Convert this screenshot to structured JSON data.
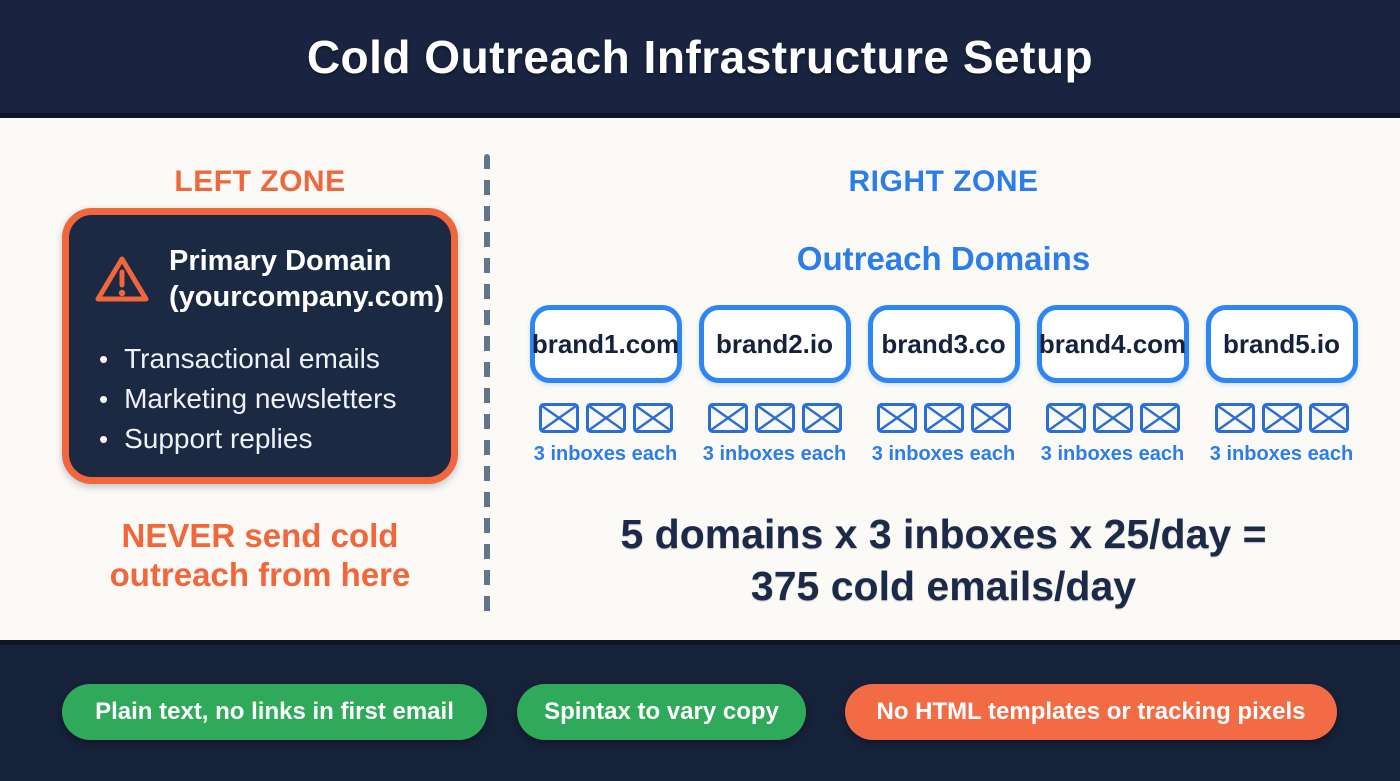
{
  "header": {
    "title": "Cold Outreach Infrastructure Setup"
  },
  "left_zone": {
    "heading": "LEFT ZONE",
    "card": {
      "title_line1": "Primary Domain",
      "title_line2": "(yourcompany.com)",
      "bullets": [
        "Transactional emails",
        "Marketing newsletters",
        "Support replies"
      ]
    },
    "warning_note_line1": "NEVER send cold",
    "warning_note_line2": "outreach from here"
  },
  "right_zone": {
    "heading": "RIGHT ZONE",
    "subheading": "Outreach Domains",
    "domains": [
      {
        "name": "brand1.com",
        "inbox_count": 3,
        "inbox_label": "3 inboxes each"
      },
      {
        "name": "brand2.io",
        "inbox_count": 3,
        "inbox_label": "3 inboxes each"
      },
      {
        "name": "brand3.co",
        "inbox_count": 3,
        "inbox_label": "3 inboxes each"
      },
      {
        "name": "brand4.com",
        "inbox_count": 3,
        "inbox_label": "3 inboxes each"
      },
      {
        "name": "brand5.io",
        "inbox_count": 3,
        "inbox_label": "3 inboxes each"
      }
    ],
    "math_line1": "5 domains x 3 inboxes x 25/day =",
    "math_line2": "375 cold emails/day"
  },
  "footer": {
    "pills": [
      {
        "label": "Plain text, no links in first email",
        "color": "#2fa95a"
      },
      {
        "label": "Spintax to vary copy",
        "color": "#2fa95a"
      },
      {
        "label": "No HTML templates or tracking pixels",
        "color": "#f26b45"
      }
    ]
  },
  "colors": {
    "header_bg": "#1a2440",
    "footer_bg": "#16213a",
    "content_bg": "#fbfaf7",
    "card_bg": "#1b2942",
    "accent_orange": "#f2663b",
    "accent_blue": "#2b7de9",
    "domain_border_blue": "#2e86f2",
    "math_navy": "#1c2947",
    "green": "#2fa95a",
    "divider_slate": "#64748b"
  }
}
